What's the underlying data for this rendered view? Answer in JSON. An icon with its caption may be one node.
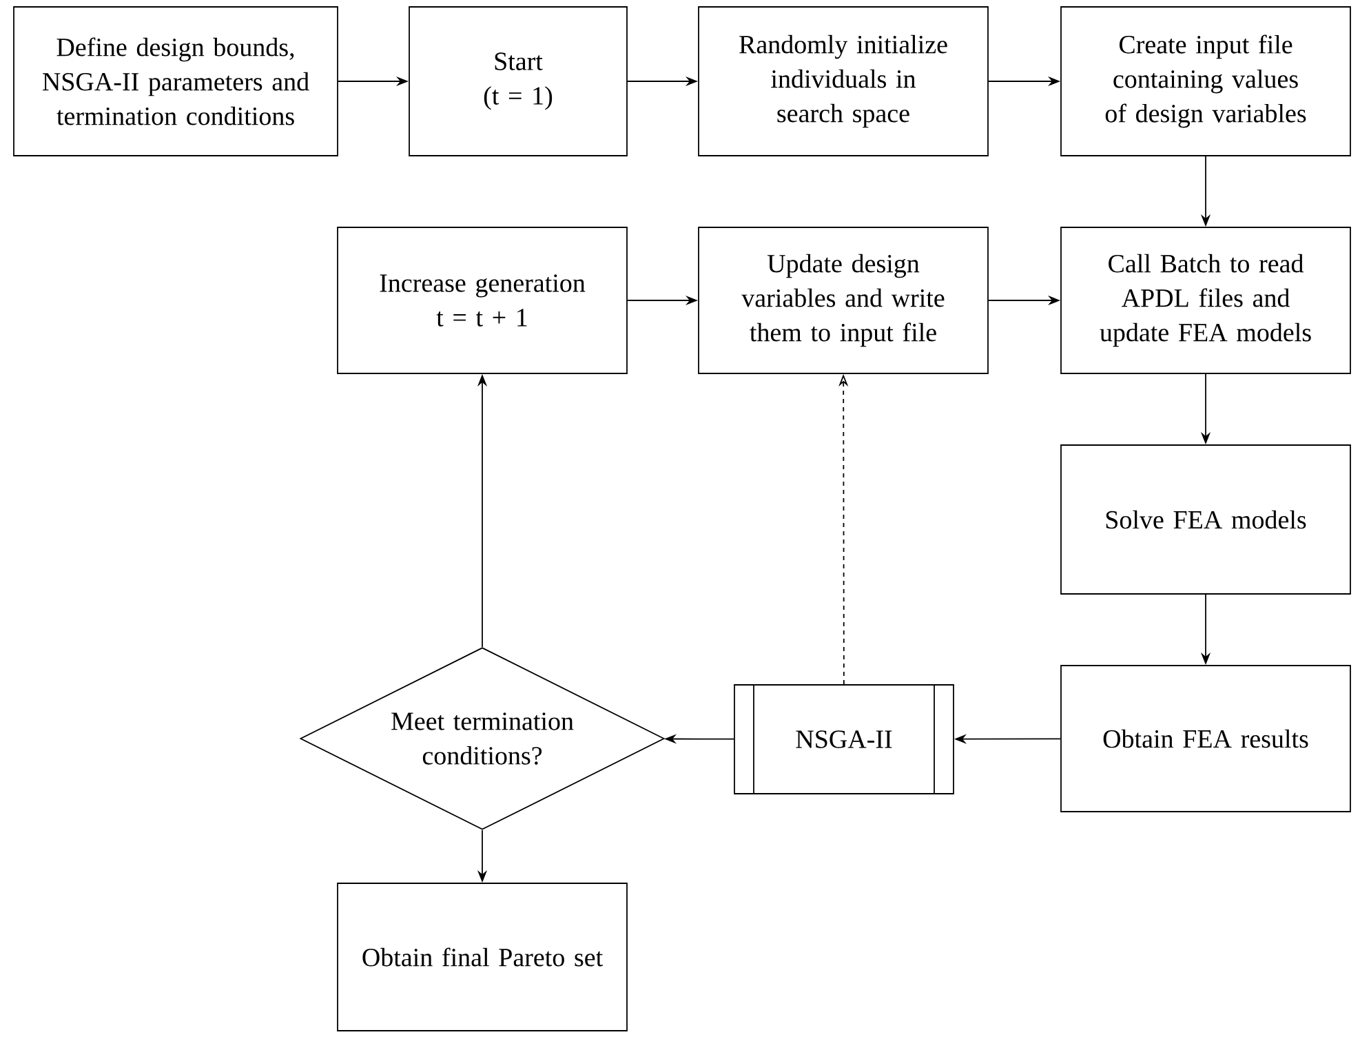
{
  "diagram": {
    "nodes": [
      {
        "text": [
          "Define design bounds, NSGA-II parameters and termination conditions"
        ]
      },
      {
        "text": [
          "Start (t = 1)"
        ]
      },
      {
        "text": [
          "Randomly initialize individuals in search space"
        ]
      },
      {
        "text": [
          "Create input file containing values of design variables"
        ]
      },
      {
        "text": [
          "Call Batch to read APDL files and update FEA models"
        ]
      },
      {
        "text": [
          "Update design variables and write them to input file"
        ]
      },
      {
        "text": [
          "Increase generation t = t + 1"
        ]
      },
      {
        "text": [
          "Solve FEA models"
        ]
      },
      {
        "text": [
          "Obtain FEA results"
        ]
      },
      {
        "text": [
          "NSGA-II"
        ]
      },
      {
        "text": [
          "Meet termination conditions?"
        ]
      },
      {
        "text": [
          "Obtain final Pareto set"
        ]
      }
    ],
    "edges": [
      {
        "from": 0,
        "to": 1,
        "arrow": "to"
      },
      {
        "from": 1,
        "to": 2,
        "arrow": "to"
      },
      {
        "from": 2,
        "to": 3,
        "arrow": "to"
      },
      {
        "from": 3,
        "to": 4,
        "arrow": "to"
      },
      {
        "from": 4,
        "to": 7,
        "arrow": "to"
      },
      {
        "from": 7,
        "to": 8,
        "arrow": "to"
      },
      {
        "from": 8,
        "to": 9,
        "arrow": "to"
      },
      {
        "from": 9,
        "to": 10,
        "arrow": "to"
      },
      {
        "from": 10,
        "to": 6,
        "arrow": "to"
      },
      {
        "from": 10,
        "to": 11,
        "arrow": "to"
      },
      {
        "from": 6,
        "to": 5,
        "arrow": "to"
      },
      {
        "from": 5,
        "to": 4,
        "arrow": "to"
      },
      {
        "from": 9,
        "to": 5,
        "arrow": "to",
        "style": "dashed"
      }
    ]
  }
}
